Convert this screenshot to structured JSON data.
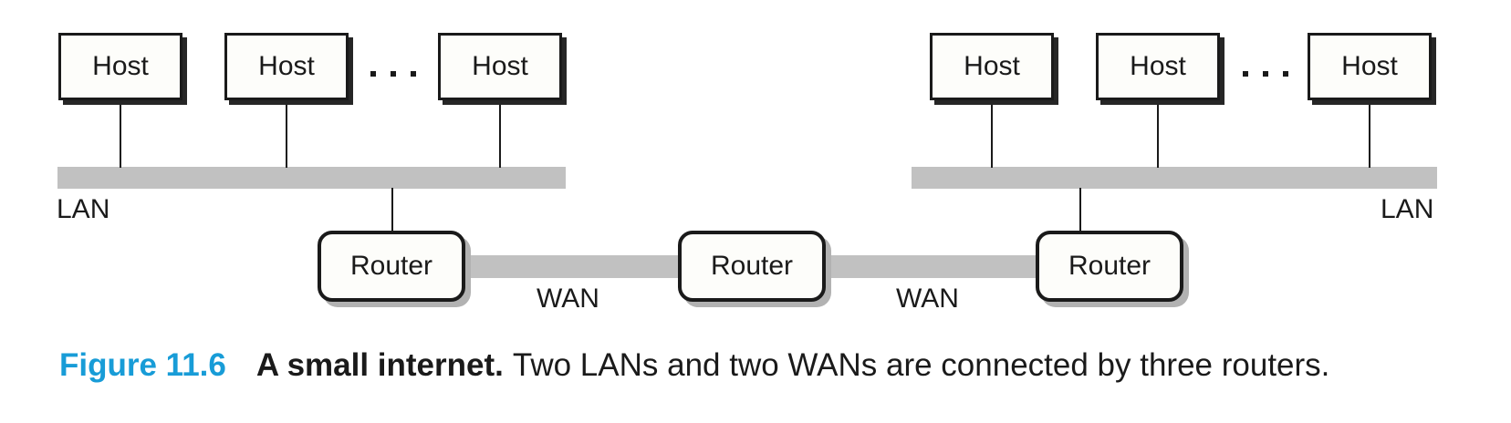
{
  "figure": {
    "caption": {
      "figure_number": "Figure 11.6",
      "title": "A small internet.",
      "description": "Two LANs and two WANs are connected by three routers."
    }
  },
  "labels": {
    "hosts": [
      "Host",
      "Host",
      "Host",
      "Host",
      "Host",
      "Host"
    ],
    "routers": [
      "Router",
      "Router",
      "Router"
    ],
    "lan_left": "LAN",
    "lan_right": "LAN",
    "wans": [
      "WAN",
      "WAN"
    ],
    "ellipsis": ". . ."
  },
  "colors": {
    "figure_number_blue": "#189cd7",
    "network_bar_gray": "#c1c1c1",
    "box_fill": "#fdfdfa",
    "host_shadow": "#262626",
    "router_shadow": "#b2b2b2",
    "line_black": "#1a1a1a"
  }
}
